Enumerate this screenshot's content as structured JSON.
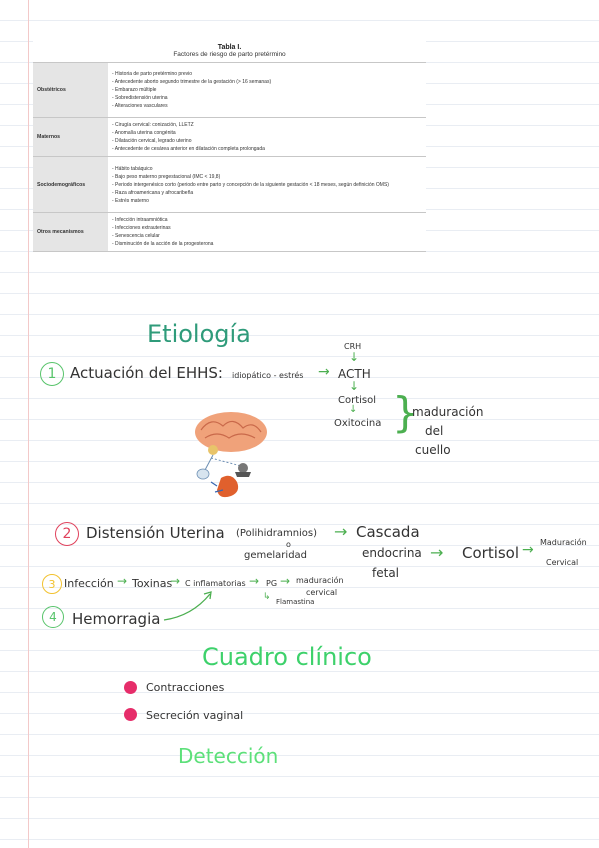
{
  "table": {
    "title": "Tabla I.",
    "subtitle": "Factores de riesgo de parto pretérmino",
    "rows": [
      {
        "category": "Obstétricos",
        "items": [
          "- Historia de parto pretérmino previo",
          "- Antecedente aborto segundo trimestre de la gestación (> 16 semanas)",
          "- Embarazo múltiple",
          "- Sobredistensión uterina",
          "- Alteraciones vasculares"
        ]
      },
      {
        "category": "Maternos",
        "items": [
          "- Cirugía cervical: conización, LLETZ",
          "- Anomalía uterina congénita",
          "- Dilatación cervical, legrado uterino",
          "- Antecedente de cesárea anterior en dilatación completa prolongada"
        ]
      },
      {
        "category": "Sociodemográficos",
        "items": [
          "- Hábito tabáquico",
          "- Bajo peso materno pregestacional (IMC < 19,8)",
          "- Periodo intergenésico corto (periodo entre parto y concepción de la siguiente gestación < 18 meses, según definición OMS)",
          "- Raza afroamericana y afrocaribeña",
          "- Estrés materno"
        ]
      },
      {
        "category": "Otros mecanismos",
        "items": [
          "- Infección intraamniótica",
          "- Infecciones extrauterinas",
          "- Senescencia celular",
          "- Disminución de la acción de la progesterona"
        ]
      }
    ]
  },
  "notes": {
    "etiologia": "Etiología",
    "n1": "1",
    "item1": "Actuación del EHHS:",
    "item1_detail": "idiopático - estrés",
    "crh": "CRH",
    "acth": "ACTH",
    "cortisol": "Cortisol",
    "oxitocina": "Oxitocina",
    "maduracion_cuello": [
      "maduración",
      "del",
      "cuello"
    ],
    "n2": "2",
    "item2": "Distensión Uterina",
    "item2_paren": "(Polihidramnios)",
    "item2_o": "o",
    "item2_gemelar": "gemelaridad",
    "cascada": [
      "Cascada",
      "endocrina",
      "fetal"
    ],
    "cortisol2": "Cortisol",
    "maduracion_cervical": [
      "Maduración",
      "Cervical"
    ],
    "n3": "3",
    "item3_a": "Infección",
    "item3_b": "Toxinas",
    "item3_c": "C inflamatorias",
    "item3_d": "PG",
    "item3_e": [
      "maduración",
      "cervical"
    ],
    "item3_f": "Flamastina",
    "n4": "4",
    "item4": "Hemorragia",
    "cuadro": "Cuadro clínico",
    "bullets": [
      "Contracciones",
      "Secreción vaginal"
    ],
    "deteccion": "Detección"
  },
  "colors": {
    "accent_green": "#3aa35d",
    "bullet_pink": "#e62d6a",
    "circle_red": "#e0425c",
    "circle_yellow": "#f2c230"
  }
}
